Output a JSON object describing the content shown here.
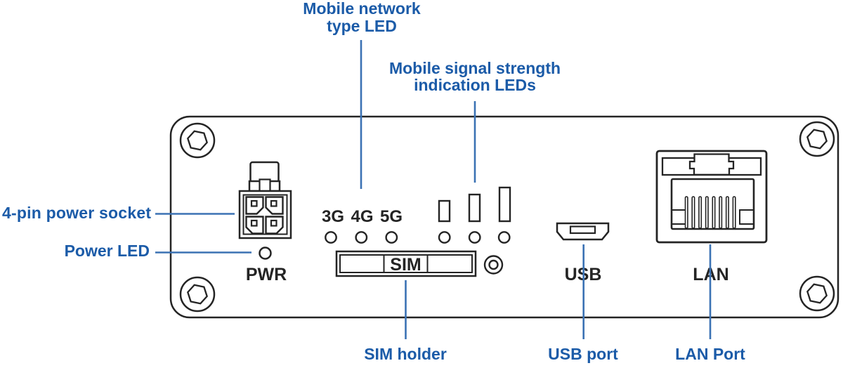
{
  "colors": {
    "label_blue": "#1b5ba8",
    "line_blue": "#3b72b4",
    "ink": "#242424"
  },
  "callouts": {
    "mobile_network": {
      "line1": "Mobile network",
      "line2": "type LED"
    },
    "signal_strength": {
      "line1": "Mobile signal strength",
      "line2": "indication LEDs"
    },
    "power_socket": "4-pin power socket",
    "power_led": "Power LED",
    "sim_holder": "SIM holder",
    "usb_port": "USB port",
    "lan_port": "LAN Port"
  },
  "panel": {
    "pwr_label": "PWR",
    "sim_label": "SIM",
    "usb_label": "USB",
    "lan_label": "LAN",
    "network_types": [
      "3G",
      "4G",
      "5G"
    ]
  }
}
